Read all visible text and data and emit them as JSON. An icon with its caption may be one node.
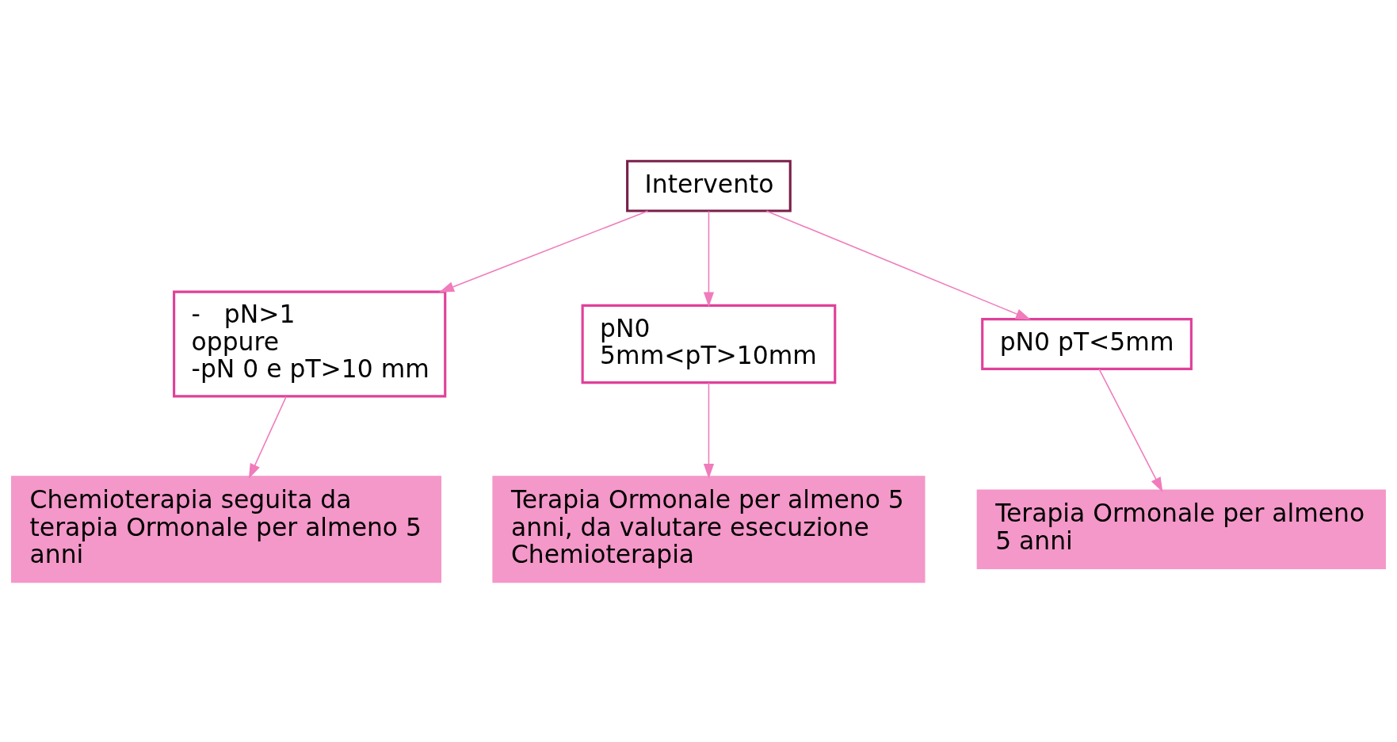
{
  "diagram": {
    "nodes": [
      {
        "text": [
          "Intervento"
        ]
      },
      {
        "text": [
          "-   pN>1",
          "oppure",
          "-pN 0 e pT>10 mm"
        ]
      },
      {
        "text": [
          "pN0",
          "5mm<pT>10mm"
        ]
      },
      {
        "text": [
          "pN0 pT<5mm"
        ]
      },
      {
        "text": [
          "Chemioterapia seguita da terapia Ormonale per almeno 5 anni"
        ]
      },
      {
        "text": [
          "Terapia Ormonale per almeno 5 anni, da valutare esecuzione Chemioterapia"
        ]
      },
      {
        "text": [
          "Terapia Ormonale per almeno 5 anni"
        ]
      }
    ],
    "edges": [
      {
        "from": 0,
        "to": 1,
        "arrow": "to"
      },
      {
        "from": 0,
        "to": 2,
        "arrow": "to"
      },
      {
        "from": 0,
        "to": 3,
        "arrow": "to"
      },
      {
        "from": 1,
        "to": 4,
        "arrow": "to"
      },
      {
        "from": 2,
        "to": 5,
        "arrow": "to"
      },
      {
        "from": 3,
        "to": 6,
        "arrow": "to"
      }
    ]
  }
}
